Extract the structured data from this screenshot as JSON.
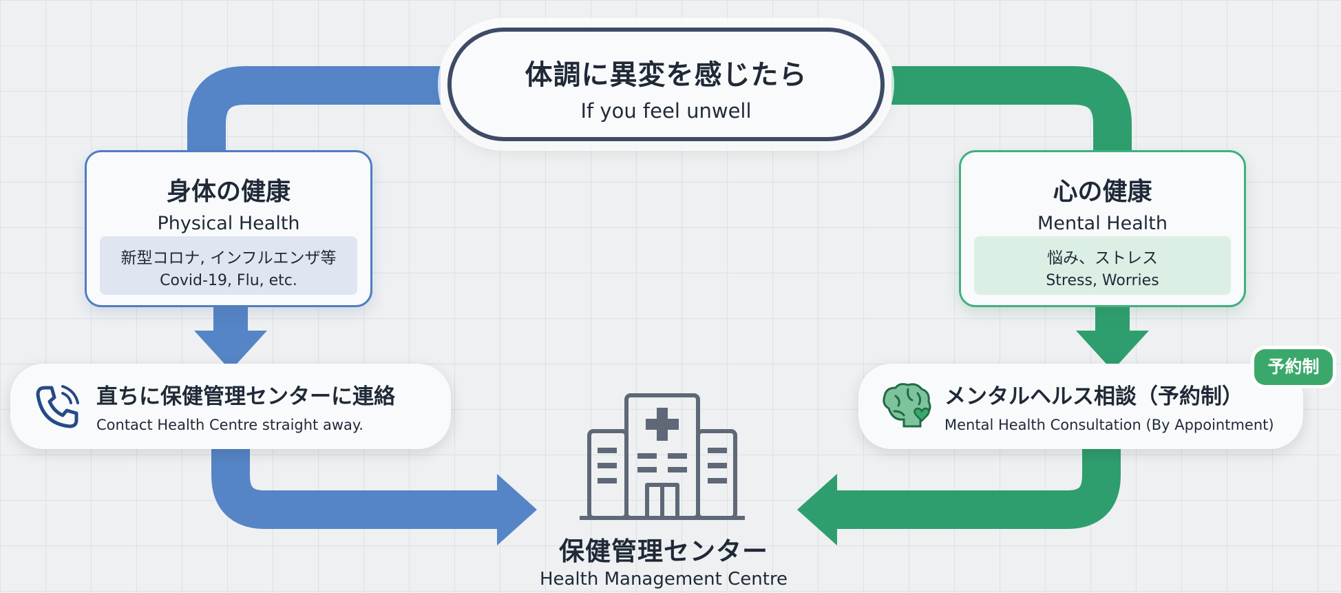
{
  "start": {
    "title_jp": "体調に異変を感じたら",
    "title_en": "If you feel unwell"
  },
  "physical": {
    "title_jp": "身体の健康",
    "title_en": "Physical Health",
    "example_jp": "新型コロナ, インフルエンザ等",
    "example_en": "Covid-19, Flu, etc."
  },
  "mental": {
    "title_jp": "心の健康",
    "title_en": "Mental Health",
    "example_jp": "悩み、ストレス",
    "example_en": "Stress, Worries"
  },
  "action_left": {
    "label_jp": "直ちに保健管理センターに連絡",
    "label_en": "Contact Health Centre straight away.",
    "icon": "phone-icon"
  },
  "action_right": {
    "label_jp": "メンタルヘルス相談（予約制）",
    "label_en": "Mental Health Consultation (By Appointment)",
    "icon": "brain-heart-icon",
    "badge": "予約制"
  },
  "destination": {
    "label_jp": "保健管理センター",
    "label_en": "Health Management Centre",
    "icon": "hospital-building-icon"
  },
  "colors": {
    "physical": "#4f7dc1",
    "mental": "#2f9e6e",
    "start_border": "#3e4a66",
    "badge": "#3aa86a"
  }
}
